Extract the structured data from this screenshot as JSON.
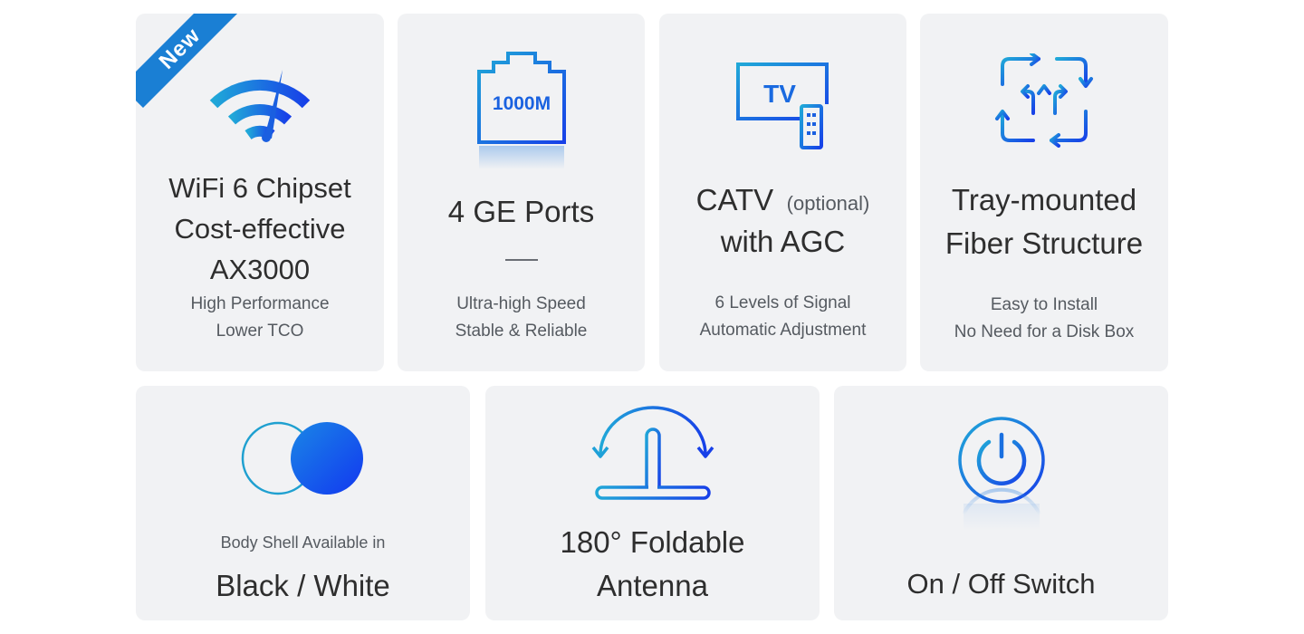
{
  "cards": {
    "wifi": {
      "badge": "New",
      "title": [
        "WiFi 6 Chipset",
        "Cost-effective",
        "AX3000"
      ],
      "sub": [
        "High Performance",
        "Lower TCO"
      ]
    },
    "ports": {
      "icon_label": "1000M",
      "title": "4 GE Ports",
      "sub": [
        "Ultra-high Speed",
        "Stable & Reliable"
      ]
    },
    "catv": {
      "icon_label": "TV",
      "title_main": "CATV",
      "title_opt": "(optional)",
      "title_line2": "with AGC",
      "sub": [
        "6 Levels of Signal",
        "Automatic Adjustment"
      ]
    },
    "fiber": {
      "title": [
        "Tray-mounted",
        "Fiber Structure"
      ],
      "sub": [
        "Easy to Install",
        "No Need for a Disk Box"
      ]
    },
    "shell": {
      "sub": "Body Shell Available in",
      "title": "Black / White"
    },
    "antenna": {
      "title": [
        "180° Foldable",
        "Antenna"
      ]
    },
    "switch": {
      "title": "On / Off Switch"
    }
  },
  "icons": {
    "wifi": "wifi-icon",
    "ports": "ethernet-port-icon",
    "catv": "tv-remote-icon",
    "fiber": "fiber-arrows-icon",
    "shell": "color-circles-icon",
    "antenna": "antenna-fold-icon",
    "switch": "power-icon"
  },
  "colors": {
    "accent_light": "#1fa0d8",
    "accent_dark": "#1446e6",
    "card_bg": "#f1f2f4"
  }
}
